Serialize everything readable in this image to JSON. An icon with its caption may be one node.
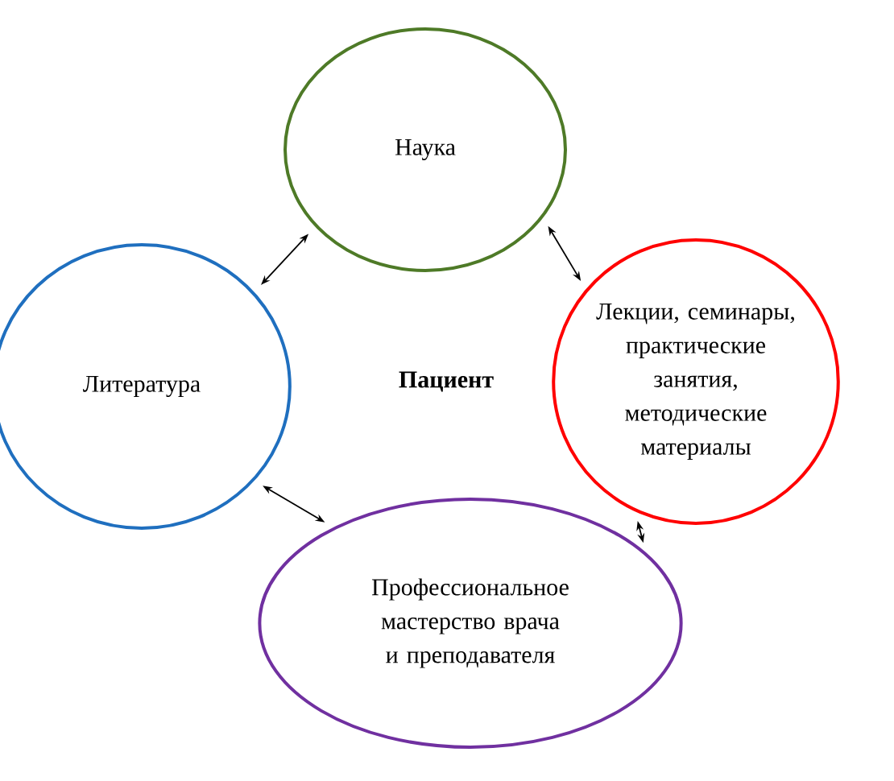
{
  "diagram": {
    "nodes": [
      {
        "text": [
          "Наука"
        ]
      },
      {
        "text": [
          "Литература"
        ]
      },
      {
        "text": [
          "Лекции, семинары, практические занятия, методические материалы"
        ]
      },
      {
        "text": [
          "Профессиональное мастерство врача и преподавателя"
        ]
      }
    ],
    "edges": [
      {
        "from": 1,
        "to": 0,
        "arrow": "both"
      },
      {
        "from": 0,
        "to": 2,
        "arrow": "both"
      },
      {
        "from": 1,
        "to": 3,
        "arrow": "both"
      },
      {
        "from": 3,
        "to": 2,
        "arrow": "both"
      }
    ],
    "labels": [
      "Пациент"
    ]
  }
}
